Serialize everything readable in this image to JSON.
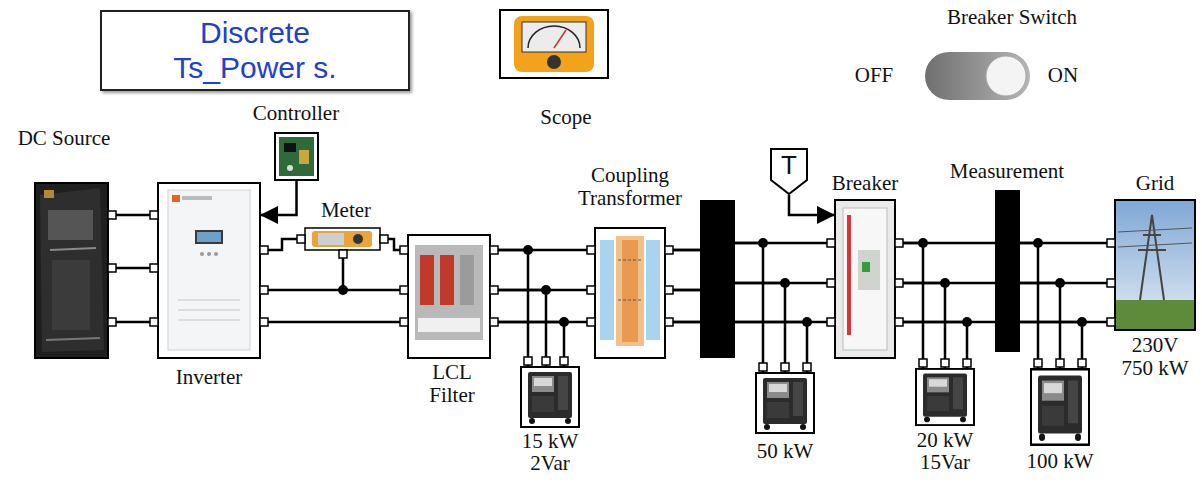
{
  "diagram": {
    "nodes": [
      {
        "text": [
          "Discrete Ts_Power s."
        ]
      },
      {
        "text": [
          "Scope"
        ]
      },
      {
        "text": [
          "Breaker Switch",
          "OFF",
          "ON"
        ]
      },
      {
        "text": [
          "DC Source"
        ]
      },
      {
        "text": [
          "Controller"
        ]
      },
      {
        "text": [
          "Inverter"
        ]
      },
      {
        "text": [
          "Meter"
        ]
      },
      {
        "text": [
          "LCL Filter"
        ]
      },
      {
        "text": [
          "15 kW 2Var"
        ]
      },
      {
        "text": [
          "Coupling Transformer"
        ]
      },
      {
        "text": [
          "50 kW"
        ]
      },
      {
        "text": [
          "T"
        ]
      },
      {
        "text": [
          "Breaker"
        ]
      },
      {
        "text": [
          "Measurement"
        ]
      },
      {
        "text": [
          "20 kW 15Var"
        ]
      },
      {
        "text": [
          "100 kW"
        ]
      },
      {
        "text": [
          "Grid",
          "230V 750 kW"
        ]
      }
    ],
    "edges": [
      {
        "from": 3,
        "to": 5,
        "arrow": "none"
      },
      {
        "from": 4,
        "to": 5,
        "arrow": "to"
      },
      {
        "from": 5,
        "to": 6,
        "arrow": "none"
      },
      {
        "from": 6,
        "to": 7,
        "arrow": "none"
      },
      {
        "from": 5,
        "to": 7,
        "arrow": "none"
      },
      {
        "from": 7,
        "to": 8,
        "arrow": "none"
      },
      {
        "from": 7,
        "to": 9,
        "arrow": "none"
      },
      {
        "from": 9,
        "to": 10,
        "arrow": "none"
      },
      {
        "from": 9,
        "to": 12,
        "arrow": "none"
      },
      {
        "from": 11,
        "to": 12,
        "arrow": "to"
      },
      {
        "from": 12,
        "to": 13,
        "arrow": "none"
      },
      {
        "from": 12,
        "to": 14,
        "arrow": "none"
      },
      {
        "from": 13,
        "to": 16,
        "arrow": "none"
      },
      {
        "from": 13,
        "to": 15,
        "arrow": "none"
      }
    ]
  }
}
